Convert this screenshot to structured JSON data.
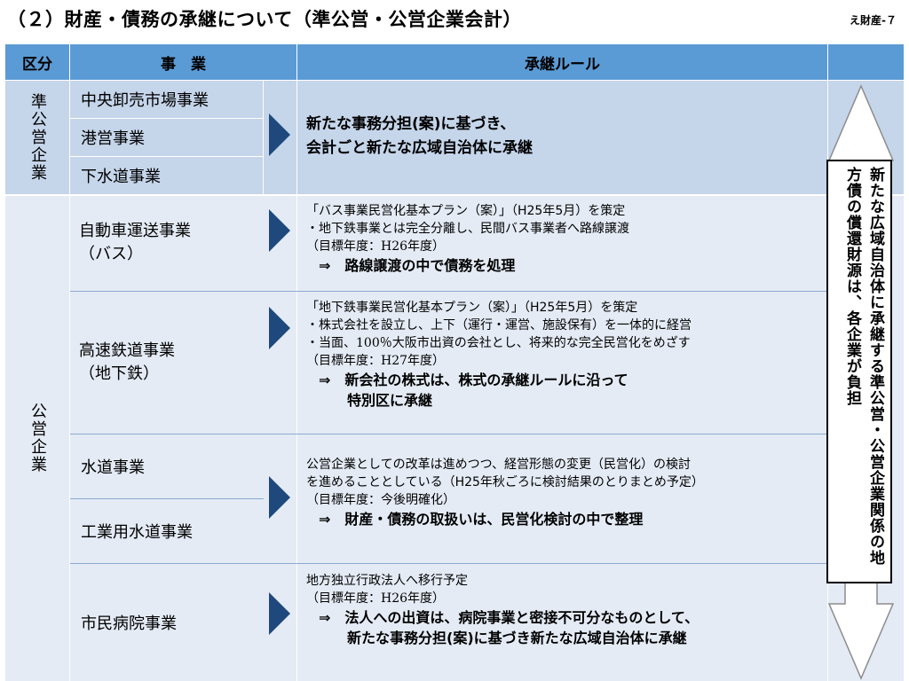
{
  "header": {
    "title": "（２）財産・債務の承継について（準公営・公営企業会計）",
    "page_number": "え財産-７"
  },
  "table": {
    "headers": {
      "category": "区分",
      "business": "事　業",
      "rule": "承継ルール"
    },
    "categories": {
      "semi_public": "準公営企業",
      "public": "公営企業"
    },
    "semi_public": {
      "businesses": [
        "中央卸売市場事業",
        "港営事業",
        "下水道事業"
      ],
      "rule": [
        "新たな事務分担(案)に基づき、",
        "会計ごと新たな広域自治体に承継"
      ]
    },
    "bus": {
      "business": [
        "自動車運送事業",
        "（バス）"
      ],
      "rule_title": "「バス事業民営化基本プラン（案）」（H25年5月）を策定",
      "rule_lines": [
        "・地下鉄事業とは完全分離し、民間バス事業者へ路線譲渡",
        "（目標年度：H26年度）"
      ],
      "rule_result": "⇒　路線譲渡の中で債務を処理"
    },
    "subway": {
      "business": [
        "高速鉄道事業",
        "（地下鉄）"
      ],
      "rule_title": "「地下鉄事業民営化基本プラン（案）」（H25年5月）を策定",
      "rule_lines": [
        "・株式会社を設立し、上下（運行・運営、施設保有）を一体的に経営",
        "・当面、100％大阪市出資の会社とし、将来的な完全民営化をめざす",
        "（目標年度：H27年度）"
      ],
      "rule_result": [
        "⇒　新会社の株式は、株式の承継ルールに沿って",
        "特別区に承継"
      ]
    },
    "water": {
      "businesses": [
        "水道事業",
        "工業用水道事業"
      ],
      "rule_lines": [
        "公営企業としての改革は進めつつ、経営形態の変更（民営化）の検討",
        "を進めることとしている（H25年秋ごろに検討結果のとりまとめ予定）",
        "（目標年度：今後明確化）"
      ],
      "rule_result": "⇒　財産・債務の取扱いは、民営化検討の中で整理"
    },
    "hospital": {
      "business": "市民病院事業",
      "rule_lines": [
        "地方独立行政法人へ移行予定",
        "（目標年度：H26年度）"
      ],
      "rule_result": [
        "⇒　法人への出資は、病院事業と密接不可分なものとして、",
        "新たな事務分担(案)に基づき新たな広域自治体に承継"
      ]
    }
  },
  "side_note": "新たな広域自治体に承継する準公営・公営企業関係の地方債の償還財源は、各企業が負担",
  "colors": {
    "header": "#5B9BD5",
    "band": "#C5D5EA",
    "band_light": "#E4EBF5",
    "arrow": "#1F497D"
  }
}
